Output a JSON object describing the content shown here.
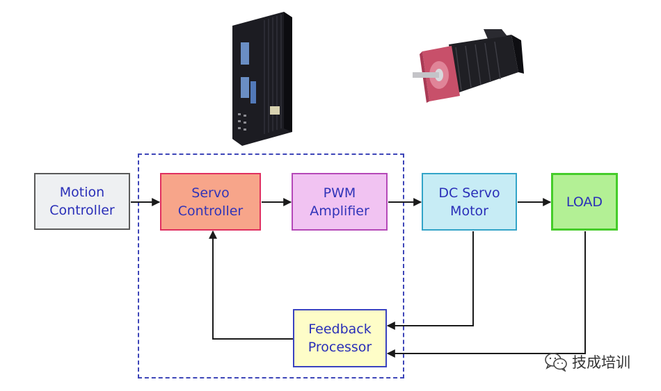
{
  "blocks": {
    "motion_controller": {
      "line1": "Motion",
      "line2": "Controller"
    },
    "servo_controller": {
      "line1": "Servo",
      "line2": "Controller"
    },
    "pwm_amplifier": {
      "line1": "PWM",
      "line2": "Amplifier"
    },
    "dc_servo_motor": {
      "line1": "DC Servo",
      "line2": "Motor"
    },
    "load": {
      "line1": "LOAD"
    },
    "feedback_processor": {
      "line1": "Feedback",
      "line2": "Processor"
    }
  },
  "watermark": {
    "text": "技成培训",
    "icon": "wechat-icon"
  },
  "colors": {
    "arrow": "#1a1a1a",
    "dashed_border": "#3d45b8"
  }
}
